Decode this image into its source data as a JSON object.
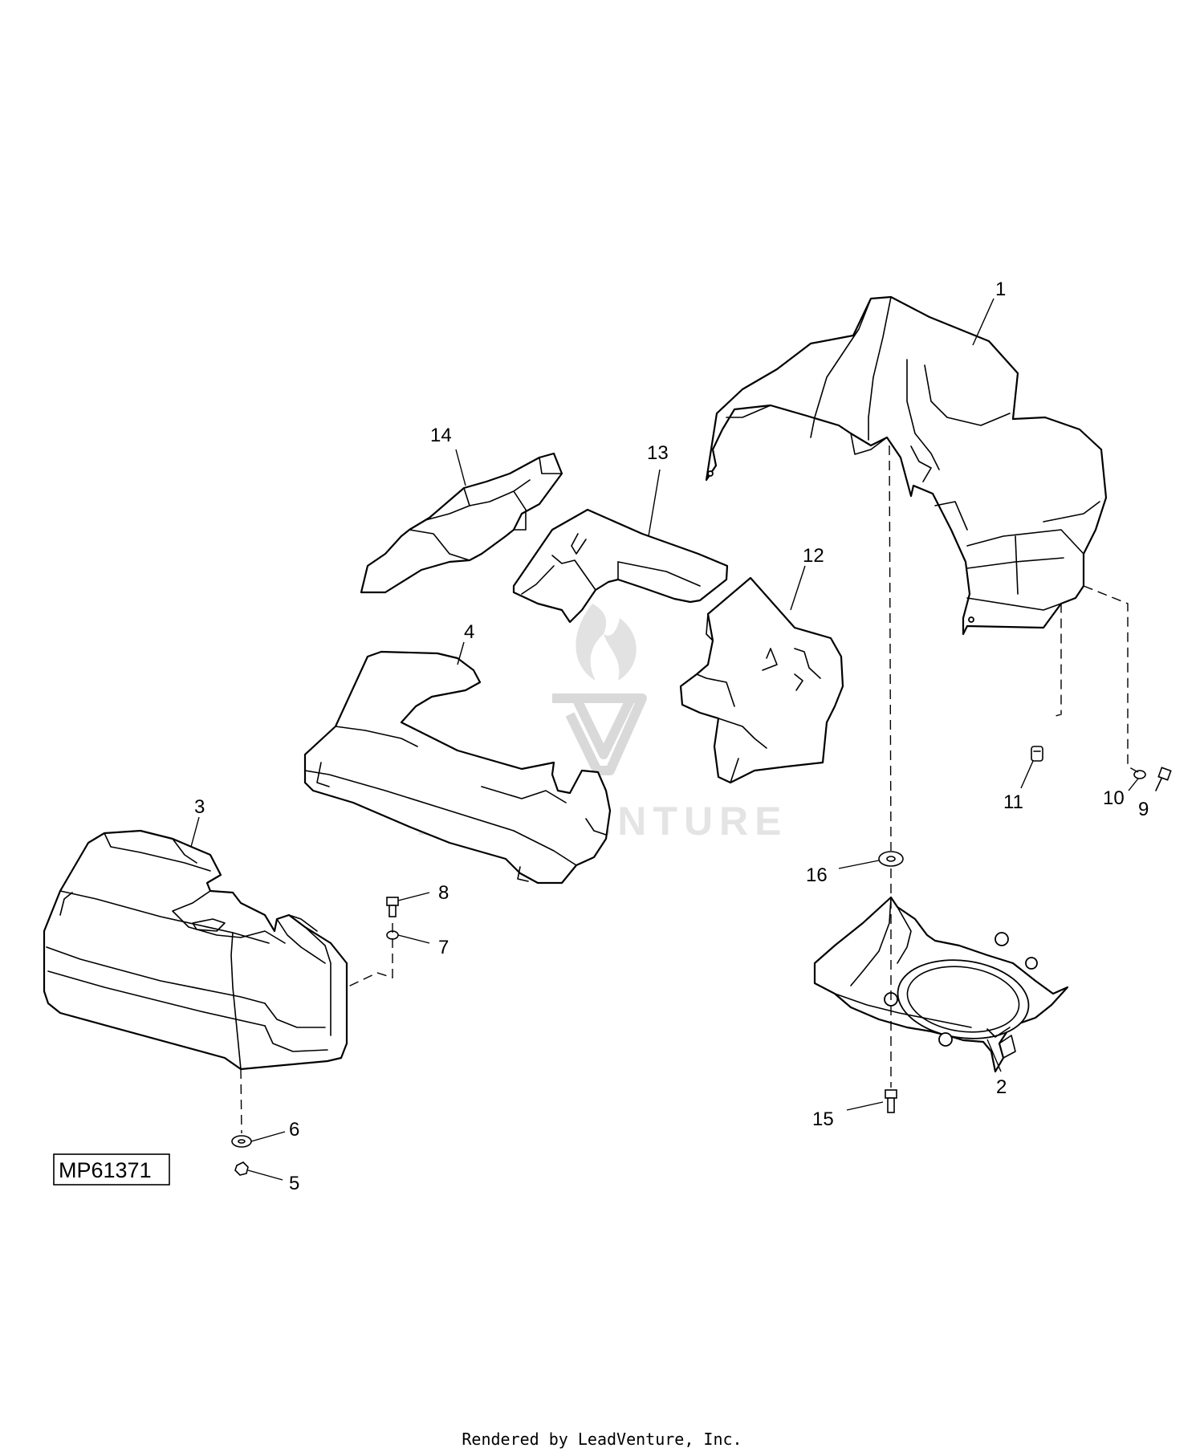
{
  "callouts": {
    "c1": "1",
    "c2": "2",
    "c3": "3",
    "c4": "4",
    "c5": "5",
    "c6": "6",
    "c7": "7",
    "c8": "8",
    "c9": "9",
    "c10": "10",
    "c11": "11",
    "c12": "12",
    "c13": "13",
    "c14": "14",
    "c15": "15",
    "c16": "16"
  },
  "figure_id": "MP61371",
  "footer": "Rendered by LeadVenture, Inc.",
  "watermark": {
    "text": "LEADVENTURE"
  },
  "colors": {
    "line": "#000000",
    "background": "#ffffff",
    "watermark": "#e0e0e0"
  }
}
